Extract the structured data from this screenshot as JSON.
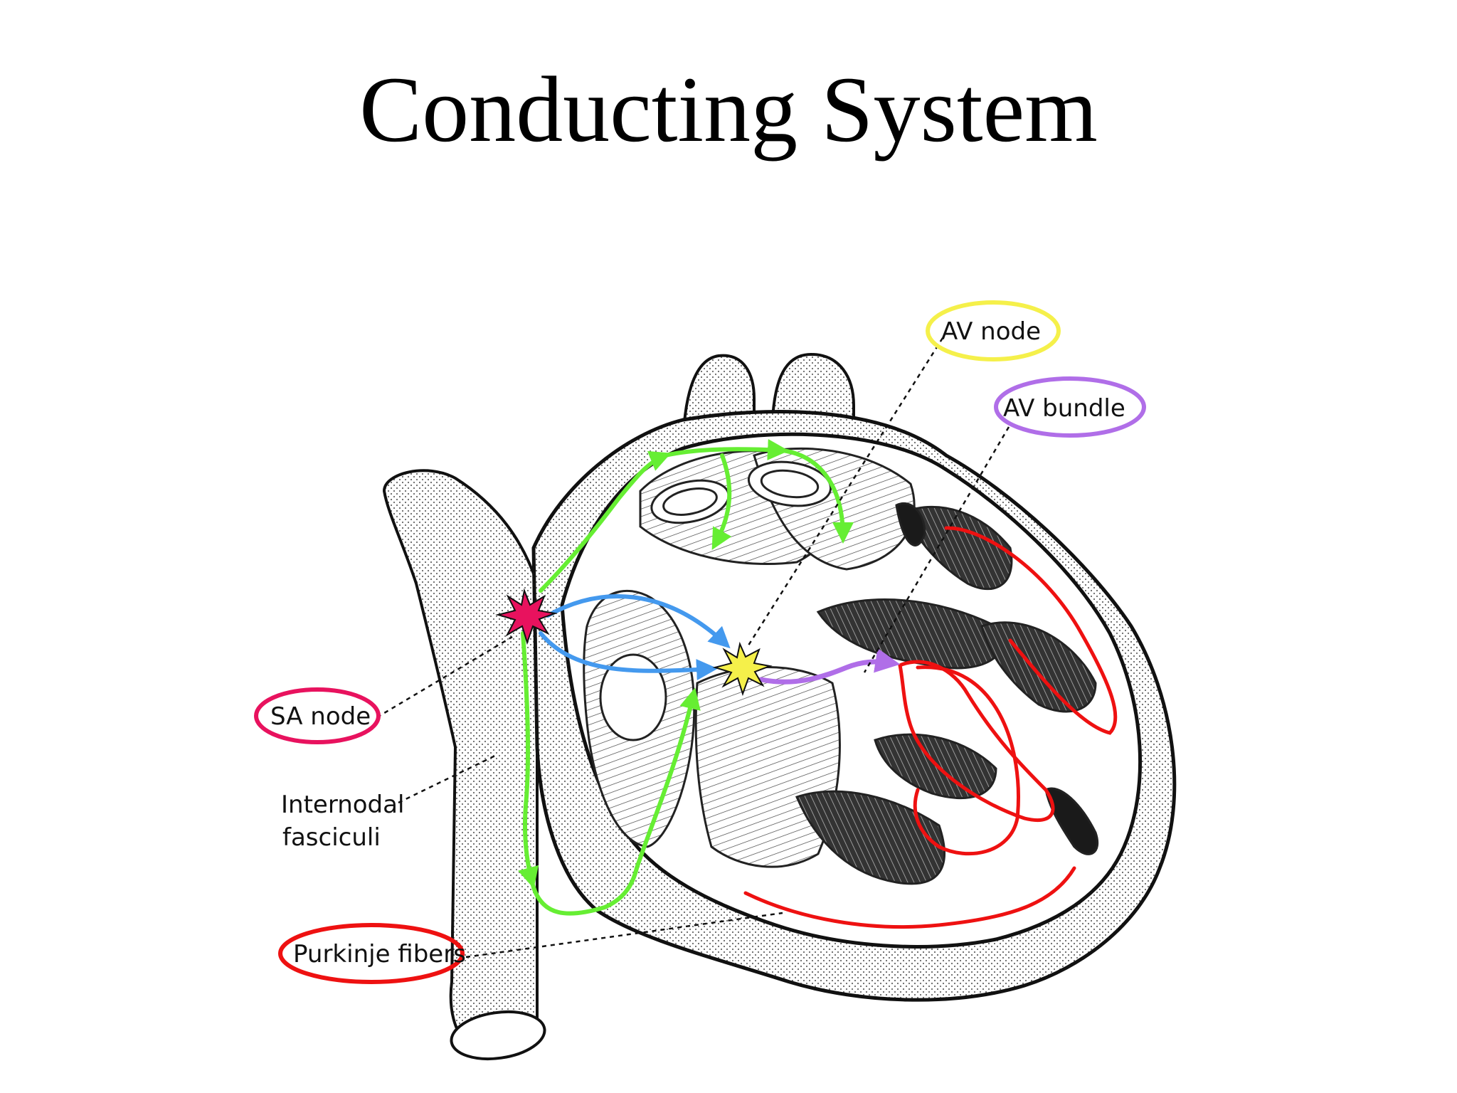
{
  "title": "Conducting System",
  "labels": {
    "av_node": "AV node",
    "av_bundle": "AV bundle",
    "sa_node": "SA node",
    "internodal_1": "Internodal",
    "internodal_2": "fasciculi",
    "purkinje": "Purkinje fibers"
  },
  "colors": {
    "sa_node": "#e8125e",
    "av_node": "#f5f04a",
    "av_bundle": "#b06ee8",
    "purkinje": "#ee1111",
    "internodal_paths": "#66ee33",
    "atrial_paths": "#4499ee",
    "outline": "#111111"
  }
}
